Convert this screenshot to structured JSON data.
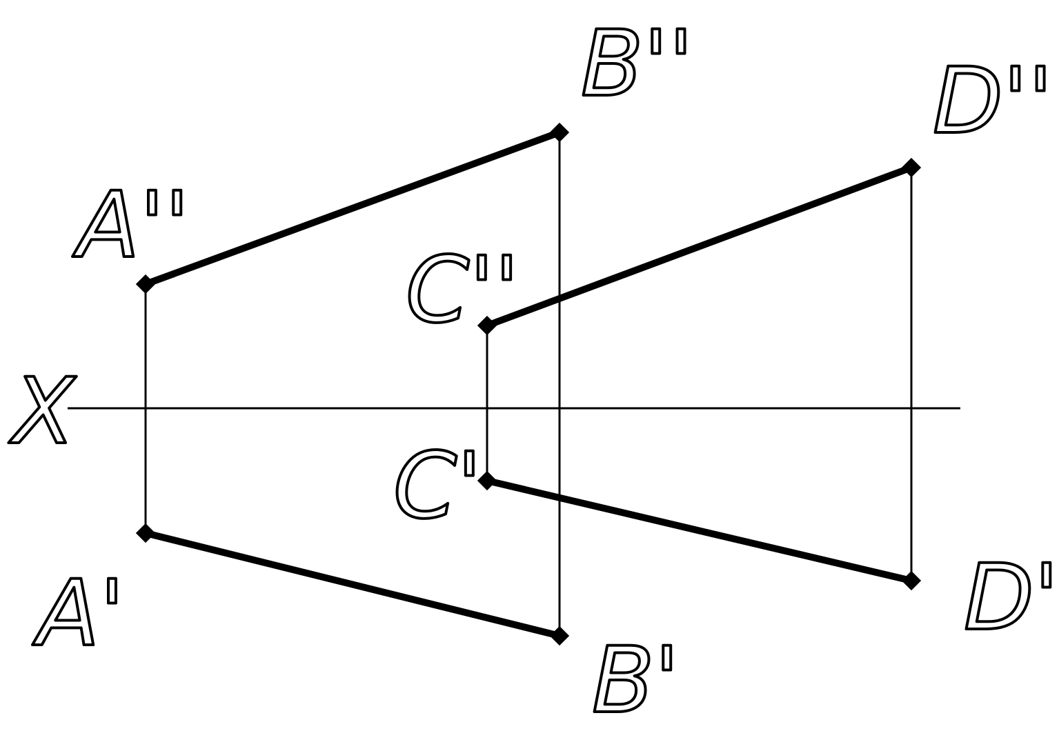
{
  "diagram": {
    "axis_label": "X",
    "points": {
      "a_front": "A''",
      "b_front": "B''",
      "c_front": "C''",
      "d_front": "D''",
      "a_top": "A'",
      "b_top": "B'",
      "c_top": "C'",
      "d_top": "D'"
    },
    "colors": {
      "line": "#000000",
      "background": "#ffffff"
    }
  }
}
